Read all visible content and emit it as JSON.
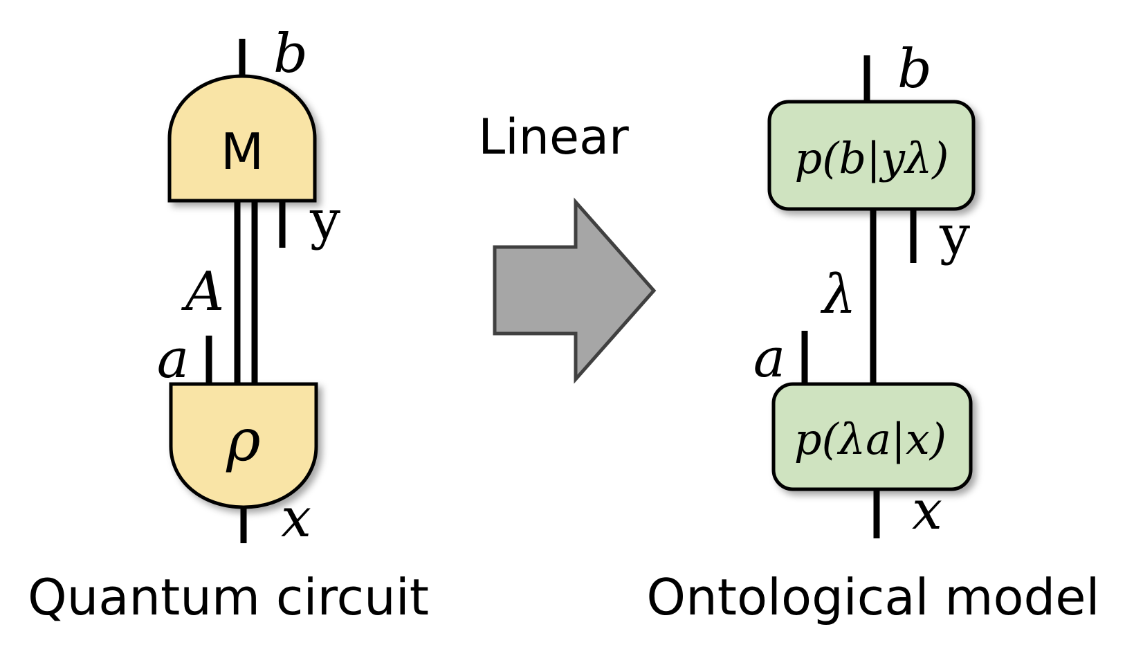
{
  "quantum_circuit": {
    "caption": "Quantum circuit",
    "measurement_label": "M",
    "state_label": "ρ",
    "system_label": "A",
    "output_wire_label": "b",
    "measurement_setting_label": "y",
    "preparation_outcome_label": "a",
    "preparation_setting_label": "x",
    "box_fill": "#f9e4a6"
  },
  "arrow": {
    "label": "Linear",
    "fill": "#a6a6a6"
  },
  "ontological_model": {
    "caption": "Ontological model",
    "top_box_label": "p(b|yλ)",
    "bottom_box_label": "p(λa|x)",
    "ontic_state_label": "λ",
    "output_wire_label": "b",
    "measurement_setting_label": "y",
    "preparation_outcome_label": "a",
    "preparation_setting_label": "x",
    "box_fill": "#cfe3c0"
  }
}
